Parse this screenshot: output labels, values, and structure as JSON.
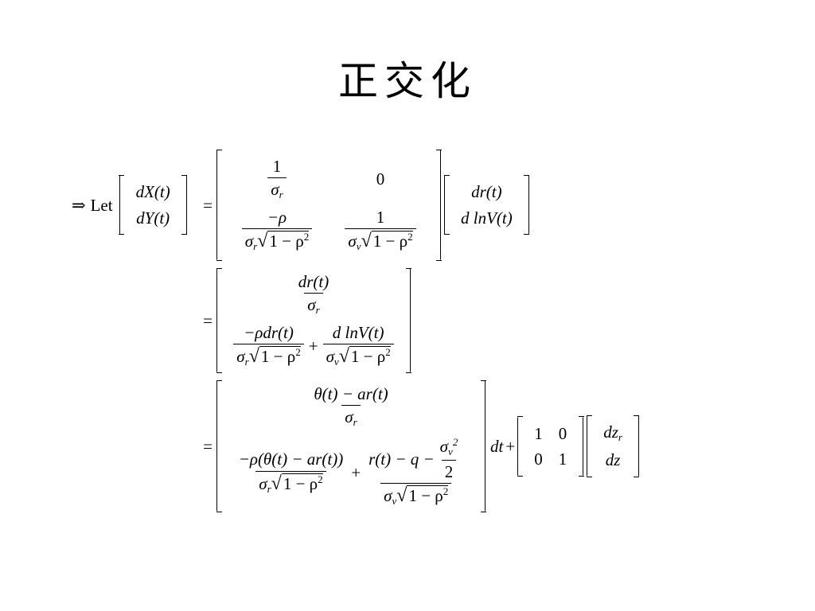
{
  "title": "正交化",
  "lead": {
    "arrow": "⇒",
    "let": "Let"
  },
  "lhs": [
    "dX(t)",
    "dY(t)"
  ],
  "matrix1": {
    "r1c1_num": "1",
    "r1c2": "0",
    "r2c1_num": "−ρ",
    "r2c2_num": "1"
  },
  "vec_rhs": [
    "dr(t)",
    "d lnV(t)"
  ],
  "line2": {
    "top_num": "dr(t)",
    "bot_left_num": "−ρdr(t)",
    "bot_right_num": "d lnV(t)"
  },
  "line3": {
    "top_num": "θ(t) − ar(t)",
    "bot_left_num": "−ρ(θ(t) − ar(t))",
    "bot_right_num_a": "r(t) − q −",
    "half_num": "σ",
    "half_den": "2",
    "dt": "dt",
    "identity": [
      "1",
      "0",
      "0",
      "1"
    ],
    "dz": [
      "dz",
      "dz"
    ]
  },
  "symbols": {
    "eq": "=",
    "plus": "+",
    "sigma": "σ",
    "sub_r": "r",
    "sub_v": "v",
    "one_minus_rho": "1 − ρ",
    "sq": "2",
    "sqrt": "√"
  }
}
